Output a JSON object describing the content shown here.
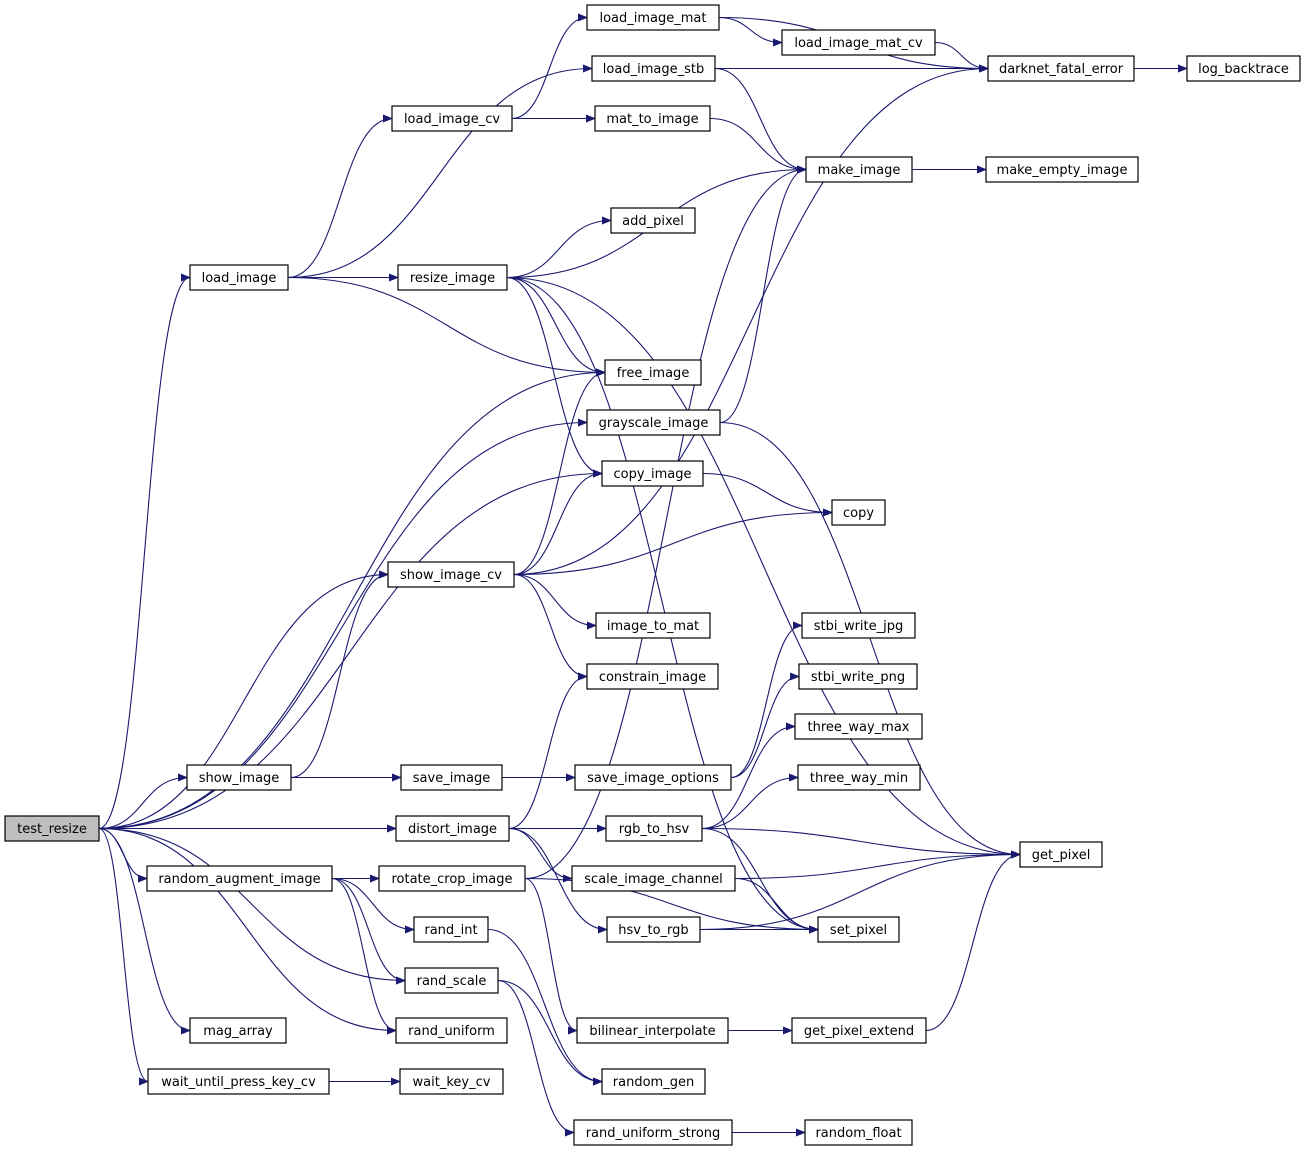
{
  "diagram": {
    "root": "test_resize",
    "colors": {
      "edge": "#191970",
      "root_fill": "#bfbfbf",
      "node_fill": "#ffffff",
      "node_border": "#000000"
    },
    "nodes": [
      "test_resize",
      "load_image",
      "load_image_cv",
      "load_image_mat",
      "load_image_mat_cv",
      "load_image_stb",
      "darknet_fatal_error",
      "log_backtrace",
      "mat_to_image",
      "make_image",
      "make_empty_image",
      "add_pixel",
      "resize_image",
      "free_image",
      "grayscale_image",
      "copy_image",
      "copy",
      "show_image_cv",
      "image_to_mat",
      "constrain_image",
      "stbi_write_jpg",
      "stbi_write_png",
      "three_way_max",
      "three_way_min",
      "show_image",
      "save_image",
      "save_image_options",
      "distort_image",
      "rgb_to_hsv",
      "get_pixel",
      "random_augment_image",
      "rotate_crop_image",
      "scale_image_channel",
      "hsv_to_rgb",
      "set_pixel",
      "rand_int",
      "rand_scale",
      "rand_uniform",
      "mag_array",
      "bilinear_interpolate",
      "get_pixel_extend",
      "wait_until_press_key_cv",
      "wait_key_cv",
      "random_gen",
      "rand_uniform_strong",
      "random_float"
    ],
    "edges": [
      [
        "test_resize",
        "load_image"
      ],
      [
        "test_resize",
        "free_image"
      ],
      [
        "test_resize",
        "grayscale_image"
      ],
      [
        "test_resize",
        "copy_image"
      ],
      [
        "test_resize",
        "show_image_cv"
      ],
      [
        "test_resize",
        "show_image"
      ],
      [
        "test_resize",
        "distort_image"
      ],
      [
        "test_resize",
        "random_augment_image"
      ],
      [
        "test_resize",
        "rand_scale"
      ],
      [
        "test_resize",
        "rand_uniform"
      ],
      [
        "test_resize",
        "mag_array"
      ],
      [
        "test_resize",
        "wait_until_press_key_cv"
      ],
      [
        "load_image",
        "load_image_stb"
      ],
      [
        "load_image",
        "load_image_cv"
      ],
      [
        "load_image",
        "resize_image"
      ],
      [
        "load_image",
        "free_image"
      ],
      [
        "load_image_cv",
        "load_image_mat"
      ],
      [
        "load_image_cv",
        "mat_to_image"
      ],
      [
        "load_image_mat",
        "load_image_mat_cv"
      ],
      [
        "load_image_mat",
        "darknet_fatal_error"
      ],
      [
        "load_image_mat_cv",
        "darknet_fatal_error"
      ],
      [
        "load_image_stb",
        "darknet_fatal_error"
      ],
      [
        "load_image_stb",
        "make_image"
      ],
      [
        "darknet_fatal_error",
        "log_backtrace"
      ],
      [
        "mat_to_image",
        "make_image"
      ],
      [
        "make_image",
        "make_empty_image"
      ],
      [
        "resize_image",
        "make_image"
      ],
      [
        "resize_image",
        "add_pixel"
      ],
      [
        "resize_image",
        "free_image"
      ],
      [
        "resize_image",
        "copy_image"
      ],
      [
        "resize_image",
        "get_pixel"
      ],
      [
        "resize_image",
        "set_pixel"
      ],
      [
        "grayscale_image",
        "make_image"
      ],
      [
        "grayscale_image",
        "get_pixel"
      ],
      [
        "copy_image",
        "copy"
      ],
      [
        "show_image_cv",
        "free_image"
      ],
      [
        "show_image_cv",
        "copy_image"
      ],
      [
        "show_image_cv",
        "copy"
      ],
      [
        "show_image_cv",
        "darknet_fatal_error"
      ],
      [
        "show_image_cv",
        "image_to_mat"
      ],
      [
        "show_image_cv",
        "constrain_image"
      ],
      [
        "show_image",
        "show_image_cv"
      ],
      [
        "show_image",
        "save_image"
      ],
      [
        "save_image",
        "save_image_options"
      ],
      [
        "save_image_options",
        "stbi_write_jpg"
      ],
      [
        "save_image_options",
        "stbi_write_png"
      ],
      [
        "distort_image",
        "constrain_image"
      ],
      [
        "distort_image",
        "rgb_to_hsv"
      ],
      [
        "distort_image",
        "scale_image_channel"
      ],
      [
        "distort_image",
        "hsv_to_rgb"
      ],
      [
        "rgb_to_hsv",
        "three_way_max"
      ],
      [
        "rgb_to_hsv",
        "three_way_min"
      ],
      [
        "rgb_to_hsv",
        "get_pixel"
      ],
      [
        "rgb_to_hsv",
        "set_pixel"
      ],
      [
        "scale_image_channel",
        "get_pixel"
      ],
      [
        "scale_image_channel",
        "set_pixel"
      ],
      [
        "hsv_to_rgb",
        "set_pixel"
      ],
      [
        "hsv_to_rgb",
        "get_pixel"
      ],
      [
        "random_augment_image",
        "rotate_crop_image"
      ],
      [
        "random_augment_image",
        "rand_int"
      ],
      [
        "random_augment_image",
        "rand_scale"
      ],
      [
        "random_augment_image",
        "rand_uniform"
      ],
      [
        "rotate_crop_image",
        "make_image"
      ],
      [
        "rotate_crop_image",
        "set_pixel"
      ],
      [
        "rotate_crop_image",
        "bilinear_interpolate"
      ],
      [
        "bilinear_interpolate",
        "get_pixel_extend"
      ],
      [
        "get_pixel_extend",
        "get_pixel"
      ],
      [
        "rand_int",
        "random_gen"
      ],
      [
        "rand_scale",
        "random_gen"
      ],
      [
        "rand_scale",
        "rand_uniform_strong"
      ],
      [
        "rand_uniform_strong",
        "random_float"
      ],
      [
        "wait_until_press_key_cv",
        "wait_key_cv"
      ]
    ]
  }
}
